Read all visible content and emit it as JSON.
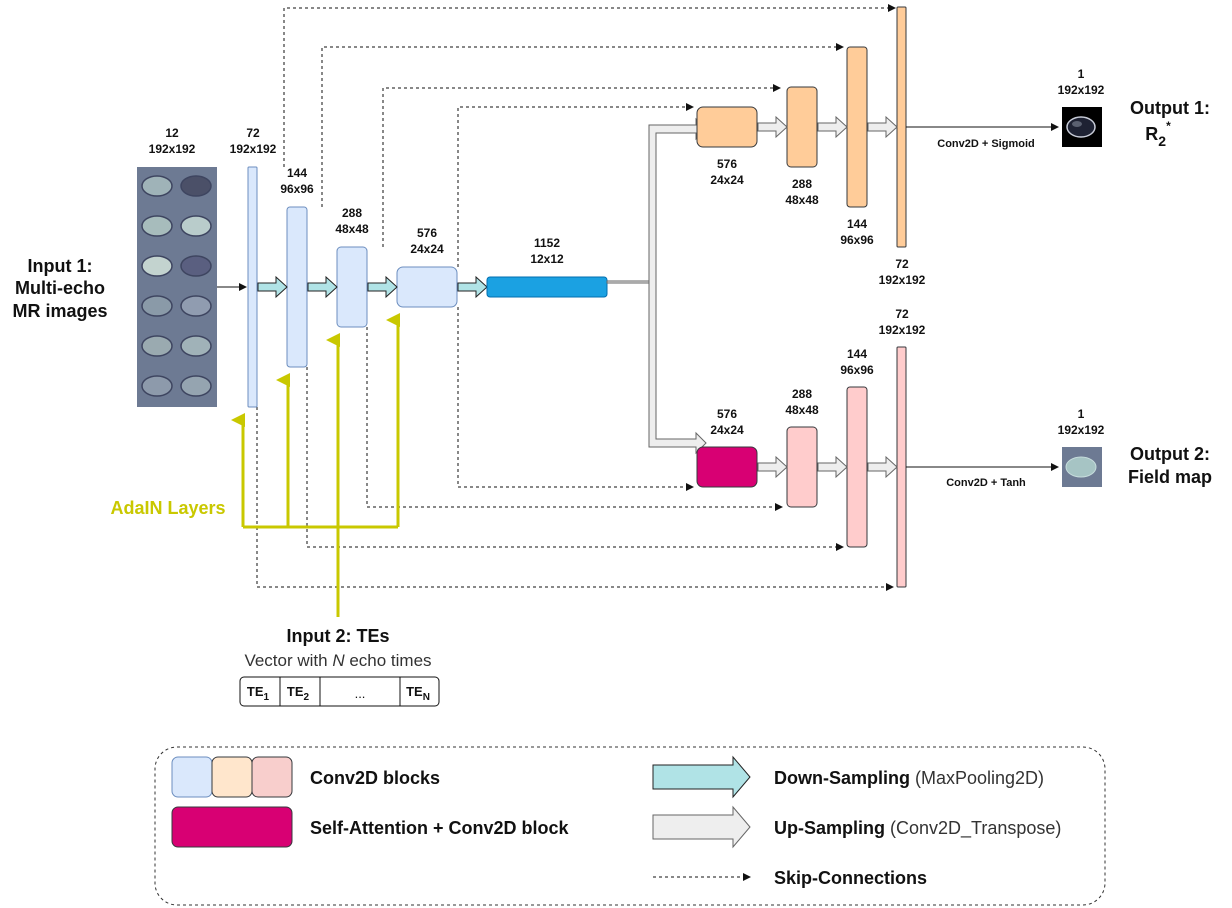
{
  "title": "Multi-echo MRI U-Net with AdaIN conditioning and two decoder heads",
  "inputs": {
    "input1": {
      "line1": "Input 1:",
      "line2": "Multi-echo",
      "line3": "MR images",
      "channels": "12",
      "size": "192x192"
    },
    "input2": {
      "title": "Input 2: TEs",
      "subtitle_pre": "Vector with ",
      "subtitle_var": "N",
      "subtitle_post": " echo times",
      "cells": [
        {
          "base": "TE",
          "sub": "1"
        },
        {
          "base": "TE",
          "sub": "2"
        },
        {
          "base": "...",
          "sub": ""
        },
        {
          "base": "TE",
          "sub": "N"
        }
      ]
    }
  },
  "encoder": [
    {
      "channels": "72",
      "size": "192x192"
    },
    {
      "channels": "144",
      "size": "96x96"
    },
    {
      "channels": "288",
      "size": "48x48"
    },
    {
      "channels": "576",
      "size": "24x24"
    }
  ],
  "bottleneck": {
    "channels": "1152",
    "size": "12x12"
  },
  "decoder1": [
    {
      "channels": "576",
      "size": "24x24"
    },
    {
      "channels": "288",
      "size": "48x48"
    },
    {
      "channels": "144",
      "size": "96x96"
    },
    {
      "channels": "72",
      "size": "192x192"
    }
  ],
  "decoder2": [
    {
      "channels": "576",
      "size": "24x24"
    },
    {
      "channels": "288",
      "size": "48x48"
    },
    {
      "channels": "144",
      "size": "96x96"
    },
    {
      "channels": "72",
      "size": "192x192"
    }
  ],
  "outputs": {
    "output1": {
      "line1": "Output 1:",
      "symbol": "R",
      "symbol_sub": "2",
      "symbol_sup": "*",
      "channels": "1",
      "size": "192x192",
      "head": "Conv2D + Sigmoid"
    },
    "output2": {
      "line1": "Output 2:",
      "line2": "Field map",
      "channels": "1",
      "size": "192x192",
      "head": "Conv2D + Tanh"
    }
  },
  "adain_label": "AdaIN Layers",
  "legend": {
    "conv_blocks": "Conv2D blocks",
    "attention_block": "Self-Attention + Conv2D block",
    "down_bold": "Down-Sampling",
    "down_normal": " (MaxPooling2D)",
    "up_bold": "Up-Sampling",
    "up_normal": " (Conv2D_Transpose)",
    "skip": "Skip-Connections"
  },
  "colors": {
    "encoder": "#dae8fc",
    "decoder1": "#ffcc99",
    "decoder2": "#ffcccc",
    "attention": "#d80073",
    "bottleneck": "#1ba1e2",
    "adain": "#c9c800",
    "down_arrow": "#b0e3e6",
    "up_arrow": "#eeeeee"
  }
}
